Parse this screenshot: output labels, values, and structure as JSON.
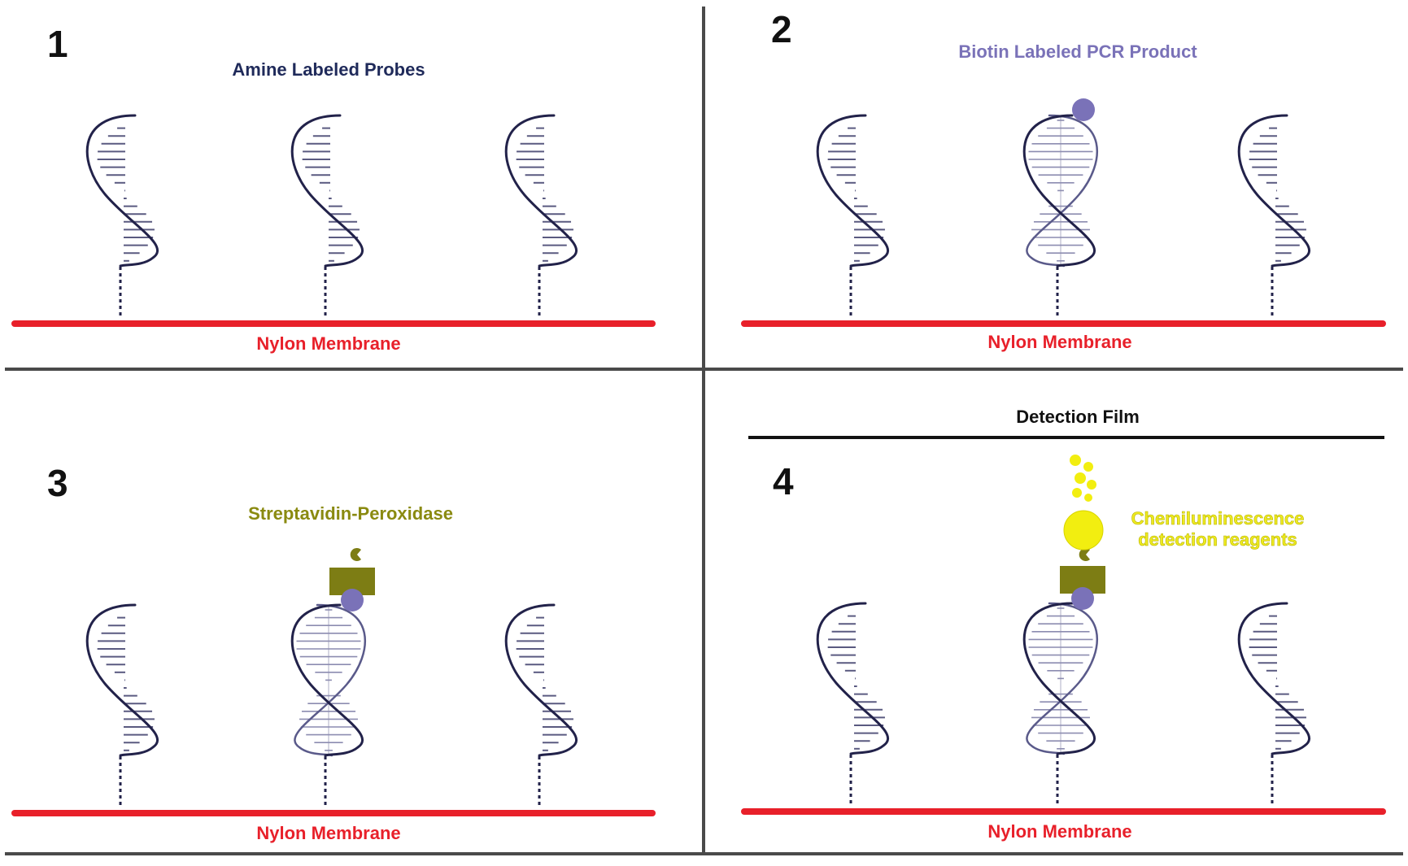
{
  "panels": [
    {
      "number": "1",
      "title": "Amine Labeled Probes",
      "membrane_label": "Nylon Membrane"
    },
    {
      "number": "2",
      "title": "Biotin Labeled PCR Product",
      "membrane_label": "Nylon Membrane"
    },
    {
      "number": "3",
      "title": "Streptavidin-Peroxidase",
      "membrane_label": "Nylon Membrane"
    },
    {
      "number": "4",
      "title": "Chemiluminescence detection reagents",
      "title_lines": [
        "Chemiluminescence",
        "detection reagents"
      ],
      "membrane_label": "Nylon Membrane",
      "film_label": "Detection Film"
    }
  ],
  "colors": {
    "membrane": "#e8202a",
    "probe_strand": "#22224a",
    "biotin": "#7a72b8",
    "amine_title": "#1f2a5a",
    "biotin_title": "#7a72b8",
    "streptavidin": "#7d7d14",
    "streptavidin_title": "#8a8a10",
    "chemiluminescence": "#f2ee10",
    "chemi_title": "#eeea20",
    "divider": "#4a4a4a",
    "film": "#111111"
  }
}
